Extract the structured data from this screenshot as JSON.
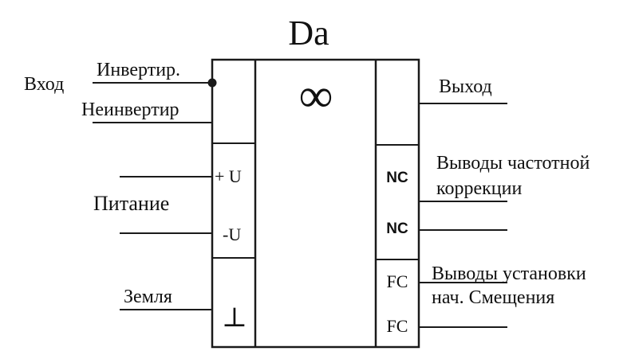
{
  "title": "Da",
  "symbol": "∞",
  "left_labels": {
    "input": "Вход",
    "inverting": "Инвертир.",
    "noninverting": "Неинвертир",
    "supply": "Питание",
    "ground": "Земля"
  },
  "pins_left": {
    "plus_u": "+ U",
    "minus_u": "-U",
    "ground_symbol": "⊥"
  },
  "pins_right": {
    "nc1": "NC",
    "nc2": "NC",
    "fc1": "FC",
    "fc2": "FC"
  },
  "right_labels": {
    "output": "Выход",
    "freq_comp_line1": "Выводы частотной",
    "freq_comp_line2": "коррекции",
    "offset_line1": "Выводы установки",
    "offset_line2": "нач. Смещения"
  }
}
